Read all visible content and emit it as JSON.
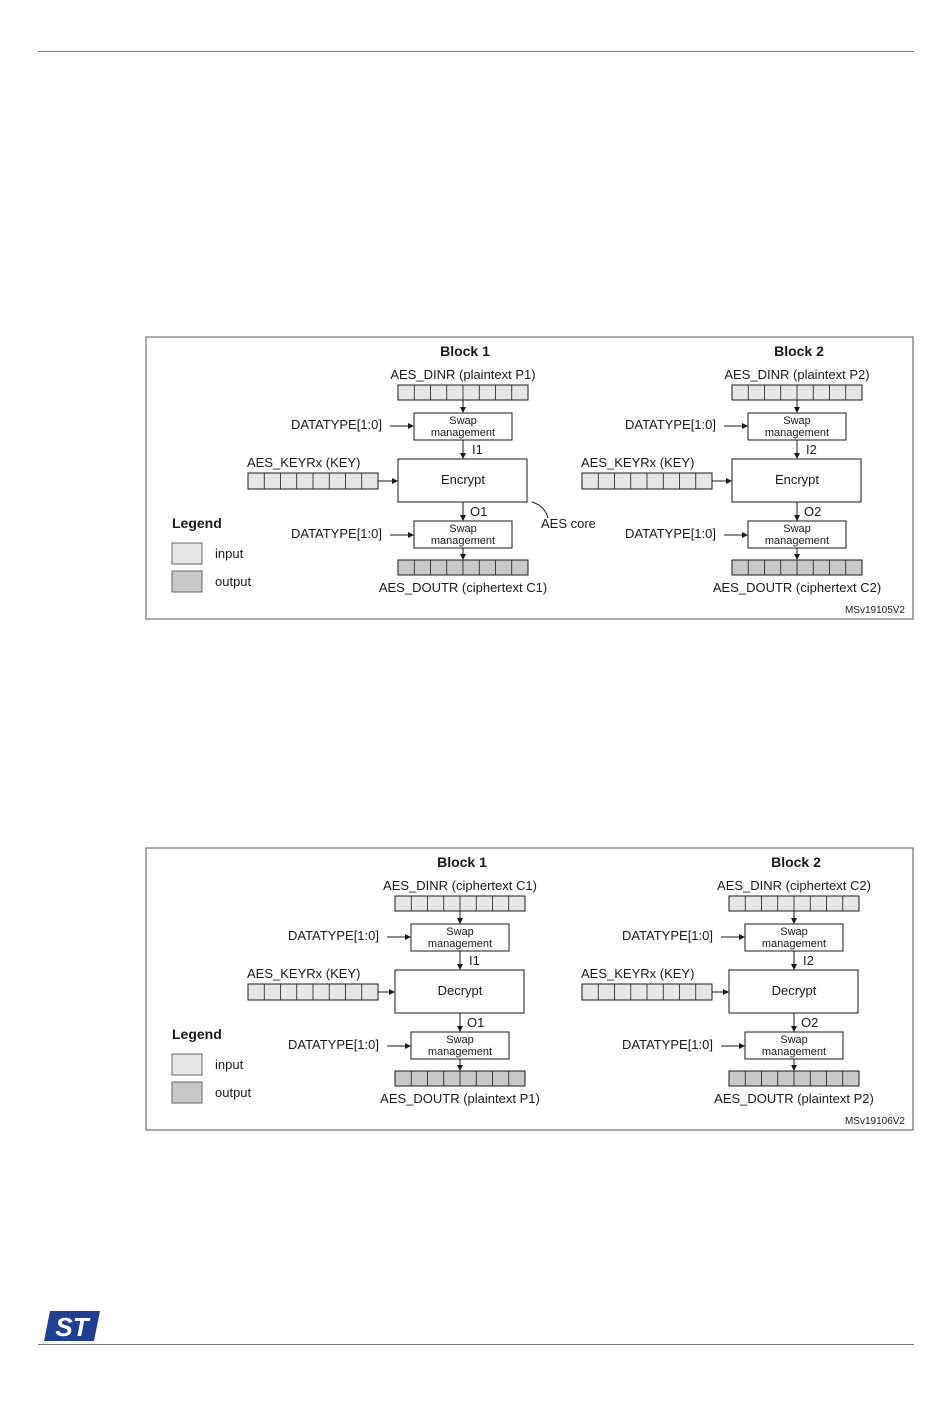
{
  "colors": {
    "input_fill": "#e6e6e6",
    "output_fill": "#c8c8c8",
    "line": "#1a1a1a",
    "brand": "#1e3f94"
  },
  "logo_text": "ST",
  "figures": [
    {
      "figure_id": "MSv19105V2",
      "core_label": "AES core",
      "legend": {
        "title": "Legend",
        "input": "input",
        "output": "output"
      },
      "blocks": [
        {
          "title": "Block 1",
          "din_label": "AES_DINR (plaintext P1)",
          "swap1_label": [
            "Swap",
            "management"
          ],
          "datatype_in": "DATATYPE[1:0]",
          "inter1": "I1",
          "key_label": "AES_KEYRx (KEY)",
          "op_label": "Encrypt",
          "inter2": "O1",
          "datatype_out": "DATATYPE[1:0]",
          "swap2_label": [
            "Swap",
            "management"
          ],
          "dout_label": "AES_DOUTR (ciphertext C1)"
        },
        {
          "title": "Block 2",
          "din_label": "AES_DINR (plaintext P2)",
          "swap1_label": [
            "Swap",
            "management"
          ],
          "datatype_in": "DATATYPE[1:0]",
          "inter1": "I2",
          "key_label": "AES_KEYRx (KEY)",
          "op_label": "Encrypt",
          "inter2": "O2",
          "datatype_out": "DATATYPE[1:0]",
          "swap2_label": [
            "Swap",
            "management"
          ],
          "dout_label": "AES_DOUTR (ciphertext C2)"
        }
      ]
    },
    {
      "figure_id": "MSv19106V2",
      "core_label": "",
      "legend": {
        "title": "Legend",
        "input": "input",
        "output": "output"
      },
      "blocks": [
        {
          "title": "Block 1",
          "din_label": "AES_DINR (ciphertext C1)",
          "swap1_label": [
            "Swap",
            "management"
          ],
          "datatype_in": "DATATYPE[1:0]",
          "inter1": "I1",
          "key_label": "AES_KEYRx (KEY)",
          "op_label": "Decrypt",
          "inter2": "O1",
          "datatype_out": "DATATYPE[1:0]",
          "swap2_label": [
            "Swap",
            "management"
          ],
          "dout_label": "AES_DOUTR (plaintext P1)"
        },
        {
          "title": "Block 2",
          "din_label": "AES_DINR (ciphertext C2)",
          "swap1_label": [
            "Swap",
            "management"
          ],
          "datatype_in": "DATATYPE[1:0]",
          "inter1": "I2",
          "key_label": "AES_KEYRx (KEY)",
          "op_label": "Decrypt",
          "inter2": "O2",
          "datatype_out": "DATATYPE[1:0]",
          "swap2_label": [
            "Swap",
            "management"
          ],
          "dout_label": "AES_DOUTR (plaintext P2)"
        }
      ]
    }
  ]
}
